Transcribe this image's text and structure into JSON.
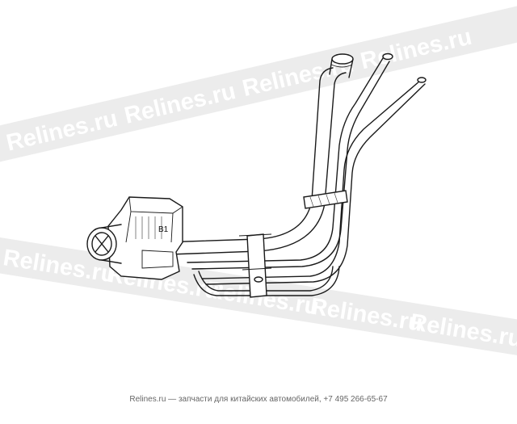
{
  "diagram": {
    "callout_label": "B1",
    "watermark": {
      "text": "Relines.ru"
    }
  },
  "footer": {
    "brand": "Relines.ru",
    "caption": " — запчасти для китайских автомобилей, +7 495 266-65-67"
  }
}
